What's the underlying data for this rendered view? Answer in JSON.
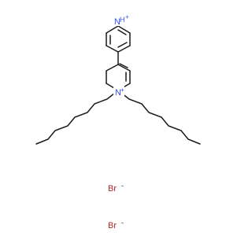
{
  "molecule": {
    "atoms": {
      "n_top": {
        "symbol": "N",
        "hydrogen": "H",
        "charge": "+"
      },
      "n_mid": {
        "symbol": "N",
        "charge": "+"
      }
    },
    "counterions": [
      {
        "symbol": "Br",
        "charge": "-"
      },
      {
        "symbol": "Br",
        "charge": "-"
      }
    ],
    "colors": {
      "bond": "#1a1a1a",
      "nitrogen": "#3050f8",
      "bromine": "#a62929"
    }
  }
}
